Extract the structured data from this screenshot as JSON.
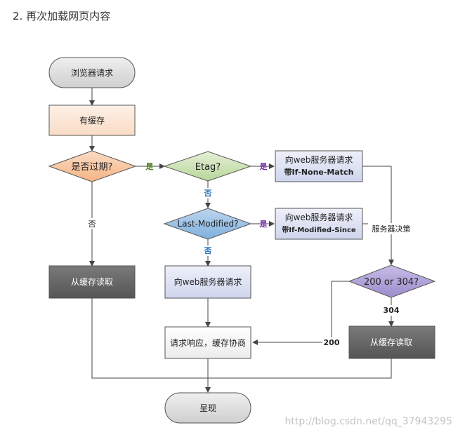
{
  "heading": "2. 再次加载网页内容",
  "nodes": {
    "browser_request": "浏览器请求",
    "has_cache": "有缓存",
    "expired": "是否过期?",
    "etag": "Etag?",
    "req_none_match_l1": "向web服务器请求",
    "req_none_match_l2": "带If-None-Match",
    "last_modified": "Last-Modified?",
    "req_mod_since_l1": "向web服务器请求",
    "req_mod_since_l2": "带If-Modified-Since",
    "read_cache_left": "从缓存读取",
    "req_server": "向web服务器请求",
    "code_decision": "200 or 304?",
    "read_cache_right": "从缓存读取",
    "response_negotiate": "请求响应，缓存协商",
    "present": "呈现"
  },
  "edges": {
    "yes1": "是",
    "yes2": "是",
    "yes3": "是",
    "no1": "否",
    "no2": "否",
    "no3": "否",
    "server_decides": "服务器决策",
    "c304": "304",
    "c200": "200"
  },
  "watermark": "http://blog.csdn.net/qq_37943295",
  "colors": {
    "rounded_gray": "#d9d9d9",
    "peach": "#fbe4d5",
    "diamond_orange": "#f8c9a6",
    "diamond_green": "#cfe2b8",
    "lavender": "#dfe3f3",
    "diamond_blue": "#9dc3e6",
    "dark_gray": "#666666",
    "line": "#444444",
    "label_green": "#4a7a1e",
    "label_purple": "#7030a0",
    "label_blue": "#2e75b6"
  }
}
